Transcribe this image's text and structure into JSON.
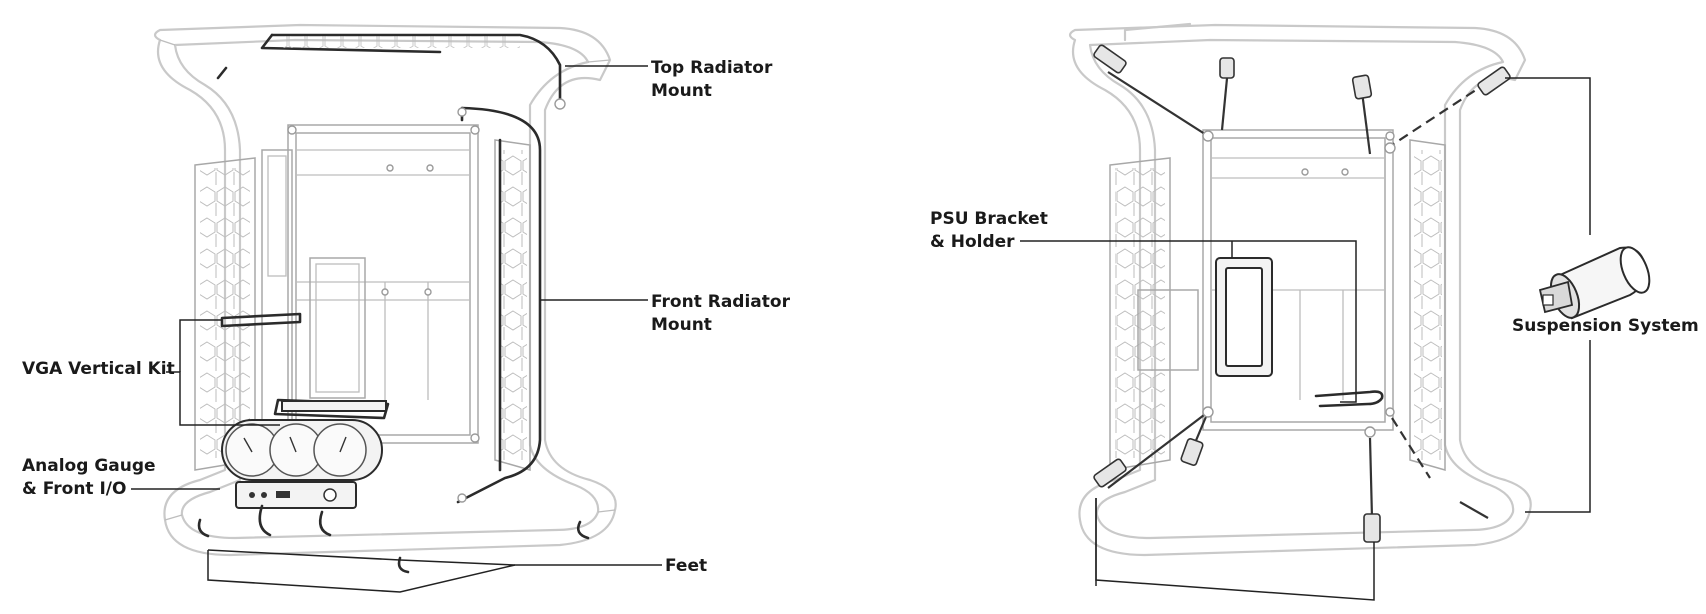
{
  "left_diagram": {
    "callouts": {
      "top_radiator": [
        "Top Radiator",
        "Mount"
      ],
      "front_radiator": [
        "Front Radiator",
        "Mount"
      ],
      "vga": "VGA Vertical Kit",
      "gauge": [
        "Analog Gauge",
        "& Front I/O"
      ],
      "feet": "Feet"
    }
  },
  "right_diagram": {
    "callouts": {
      "psu": [
        "PSU Bracket",
        "& Holder"
      ],
      "suspension": "Suspension System"
    }
  }
}
